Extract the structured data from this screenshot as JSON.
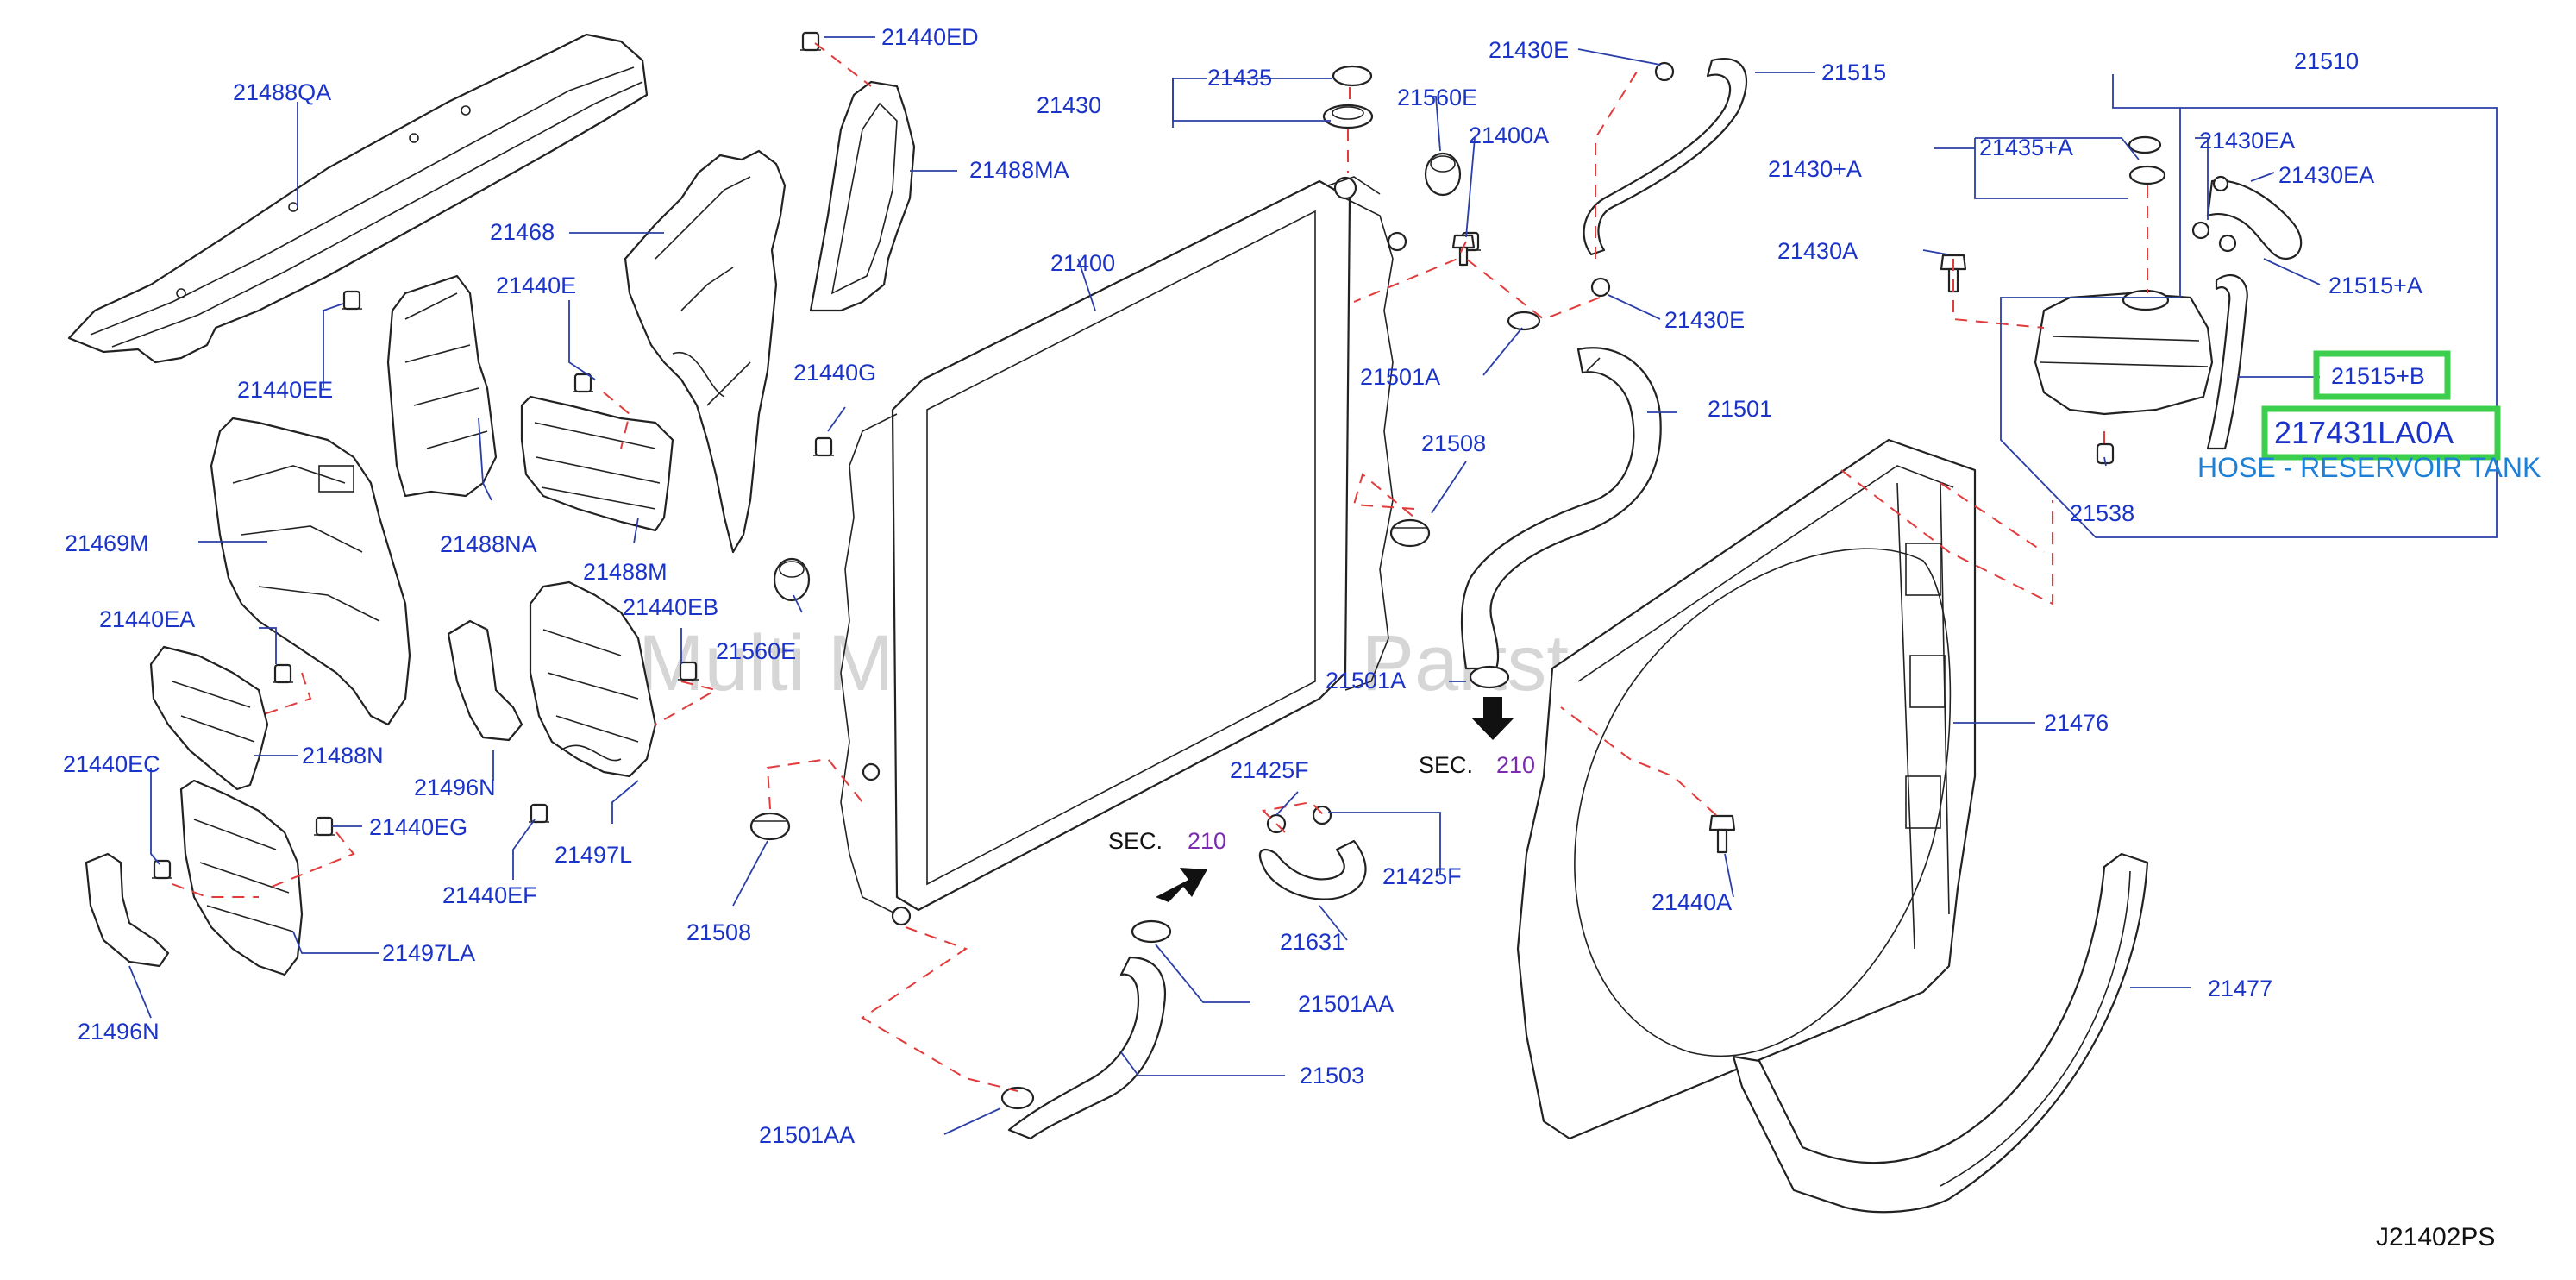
{
  "diagram": {
    "diagram_code": "J21402PS",
    "watermark": "Multi Merchant Auto Partstore",
    "highlighted_part_number": "217431LA0A",
    "highlighted_part_description": "HOSE - RESERVOIR TANK",
    "section_ref_label": "SEC.",
    "section_ref_number": "210",
    "colors": {
      "label": "#1a33c8",
      "leader": "#2a3fa8",
      "dash": "#e23b3b",
      "highlight": "#3ccf4e",
      "description": "#1e7fd6",
      "section_number": "#7a2bb0"
    },
    "labels": {
      "p21488QA": "21488QA",
      "p21440ED": "21440ED",
      "p21488MA": "21488MA",
      "p21468": "21468",
      "p21440E": "21440E",
      "p21440EE": "21440EE",
      "p21488NA": "21488NA",
      "p21469M": "21469M",
      "p21488M": "21488M",
      "p21440EA": "21440EA",
      "p21440EB": "21440EB",
      "p21488N": "21488N",
      "p21440EC": "21440EC",
      "p21496N_a": "21496N",
      "p21497L": "21497L",
      "p21440EG": "21440EG",
      "p21440EF": "21440EF",
      "p21497LA": "21497LA",
      "p21496N_b": "21496N",
      "p21435": "21435",
      "p21430": "21430",
      "p21560E_a": "21560E",
      "p21400A": "21400A",
      "p21400": "21400",
      "p21440G": "21440G",
      "p21560E_b": "21560E",
      "p21508_a": "21508",
      "p21508_b": "21508",
      "p21430E_a": "21430E",
      "p21515": "21515",
      "p21430E_b": "21430E",
      "p21501A_a": "21501A",
      "p21501": "21501",
      "p21501A_b": "21501A",
      "p21425F_a": "21425F",
      "p21425F_b": "21425F",
      "p21631": "21631",
      "p21501AA_a": "21501AA",
      "p21503": "21503",
      "p21501AA_b": "21501AA",
      "p21510": "21510",
      "p21435A": "21435+A",
      "p21430EA_a": "21430EA",
      "p21430A_plus": "21430+A",
      "p21430EA_b": "21430EA",
      "p21430A": "21430A",
      "p21515A": "21515+A",
      "p21515B": "21515+B",
      "p21538": "21538",
      "p21476": "21476",
      "p21440A": "21440A",
      "p21477": "21477"
    }
  }
}
